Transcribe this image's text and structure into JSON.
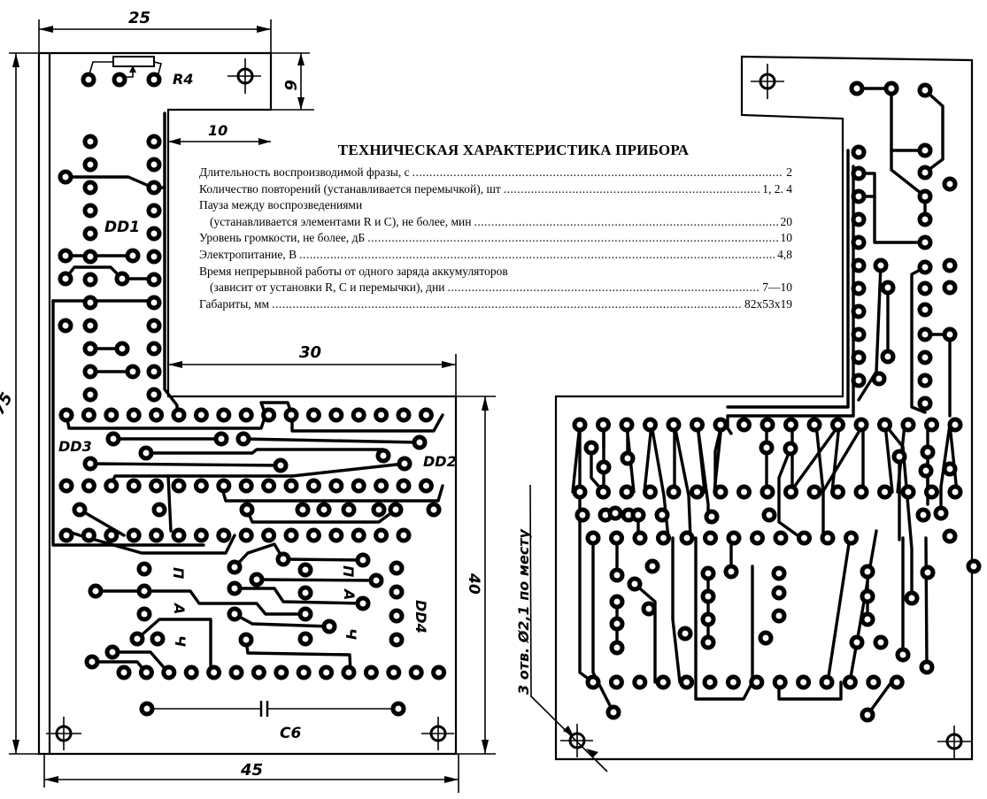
{
  "spec_table": {
    "title": "ТЕХНИЧЕСКАЯ ХАРАКТЕРИСТИКА ПРИБОРА",
    "rows": [
      {
        "label": "Длительность воспроизводимой фразы, с",
        "value": "2"
      },
      {
        "label": "Количество повторений (устанавливается перемычкой), шт",
        "value": "1, 2. 4"
      },
      {
        "label": "Пауза между воспрозведениями",
        "value": ""
      },
      {
        "label": "(устанавливается элементами R и С), не более, мин",
        "value": "20"
      },
      {
        "label": "Уровень громкости, не более, дБ",
        "value": "10"
      },
      {
        "label": "Электропитание, В",
        "value": "4,8"
      },
      {
        "label": "Время непрерывной работы от одного заряда аккумуляторов",
        "value": ""
      },
      {
        "label": "(зависит от установки R, С и перемычки), дни",
        "value": "7—10"
      },
      {
        "label": "Габариты, мм",
        "value": "82x53x19"
      }
    ]
  },
  "left_board": {
    "dimensions": {
      "top_width": "25",
      "notch_height": "6",
      "notch_width": "10",
      "full_height": "75",
      "cutout_width": "30",
      "lower_height": "40",
      "bottom_width": "45"
    },
    "components": {
      "r4": "R4",
      "dd1": "DD1",
      "dd2": "DD2",
      "dd3": "DD3",
      "dd4": "DD4",
      "c6": "C6"
    },
    "markers": {
      "p1": "П",
      "a1": "А",
      "ch1": "Ч",
      "p2": "П",
      "a2": "А",
      "ch2": "Ч"
    }
  },
  "right_board": {
    "note": "3 отв. Ø2,1 по месту"
  }
}
